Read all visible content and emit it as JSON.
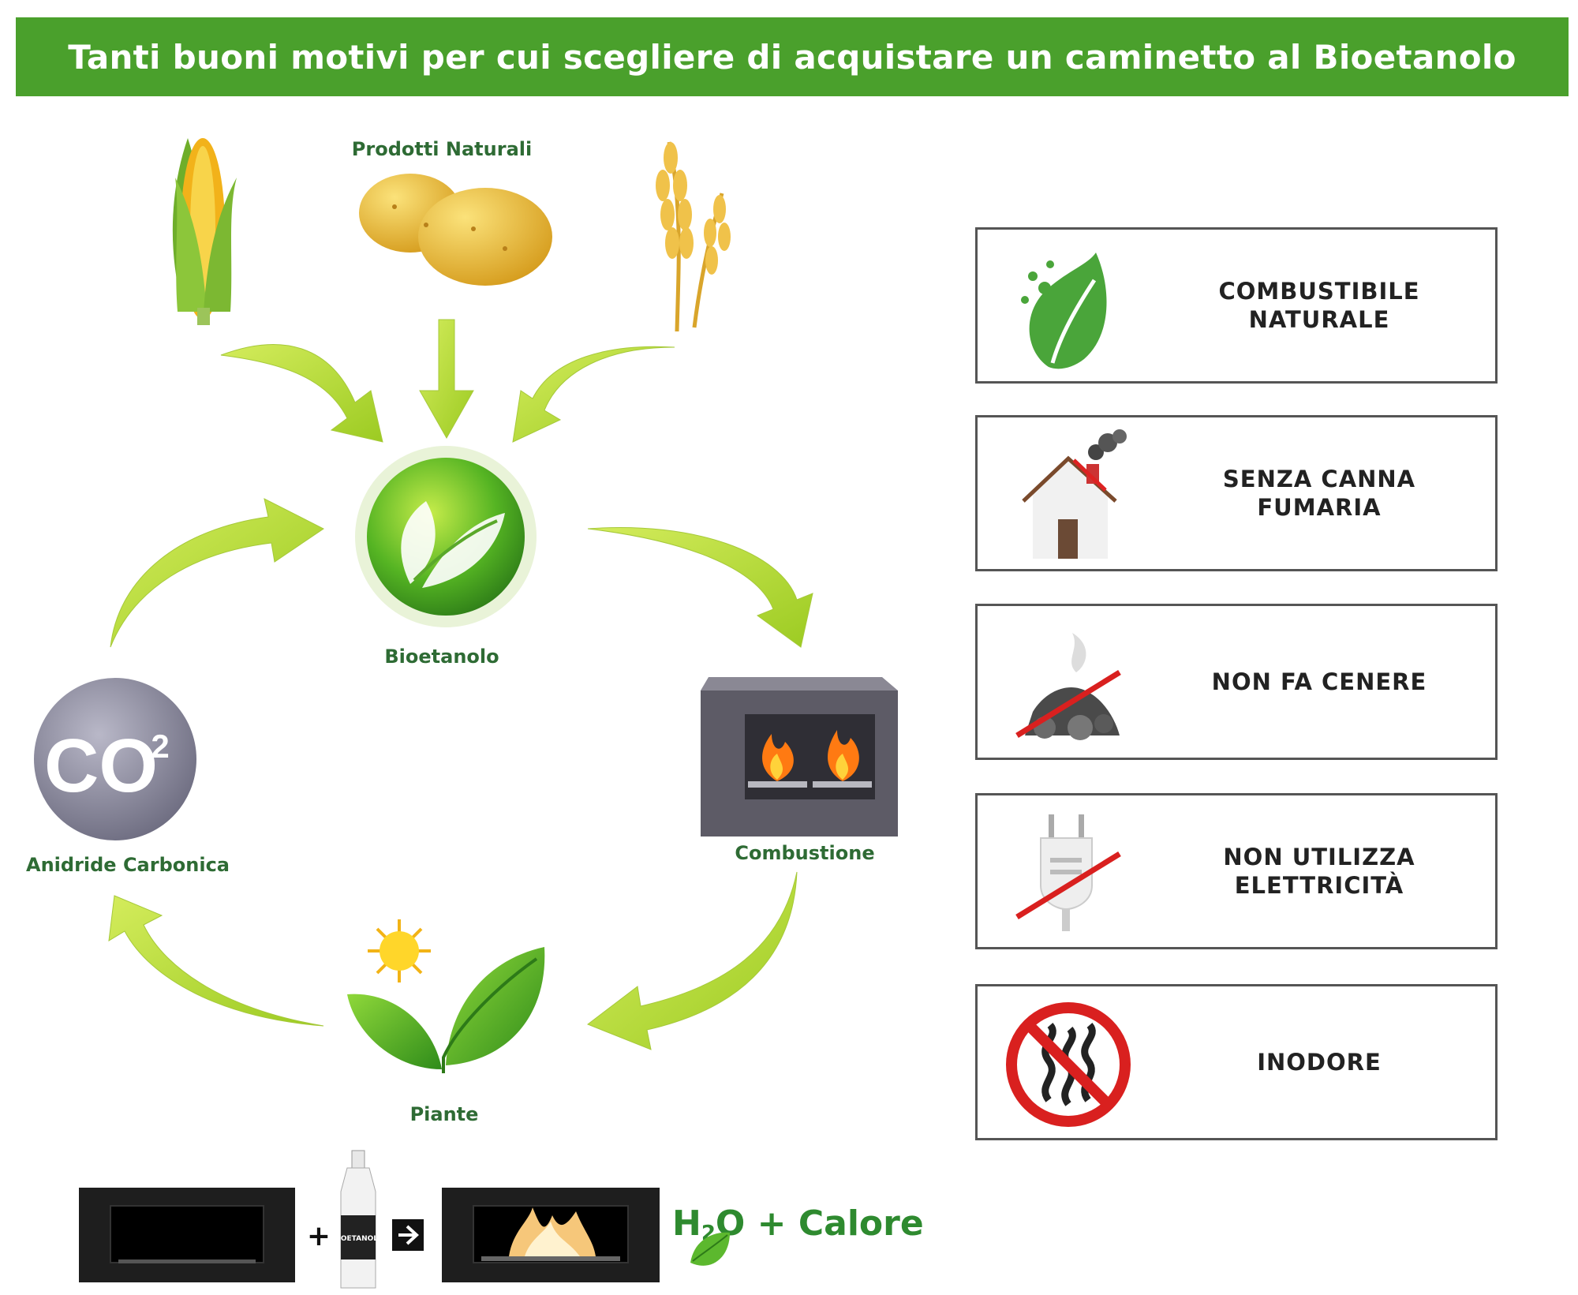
{
  "header": {
    "title": "Tanti buoni motivi per cui scegliere di acquistare un caminetto al Bioetanolo"
  },
  "cycle": {
    "natural_products": "Prodotti Naturali",
    "bioethanol": "Bioetanolo",
    "combustion": "Combustione",
    "plants": "Piante",
    "co2_label": "Anidride Carbonica",
    "co2_badge": "CO",
    "co2_sup": "2"
  },
  "equation": {
    "plus": "+",
    "bottle_label": "BIOETANOLO",
    "result_h": "H",
    "result_sub": "2",
    "result_rest": "O + Calore"
  },
  "features": [
    {
      "label": "COMBUSTIBILE\nNATURALE",
      "icon": "leaf-icon"
    },
    {
      "label": "SENZA CANNA\nFUMARIA",
      "icon": "house-chimney-icon"
    },
    {
      "label": "NON FA CENERE",
      "icon": "ash-crossed-icon"
    },
    {
      "label": "NON UTILIZZA\nELETTRICITÀ",
      "icon": "plug-crossed-icon"
    },
    {
      "label": "INODORE",
      "icon": "no-odor-icon"
    }
  ],
  "colors": {
    "banner": "#4aa02c",
    "arrow": "#b5d83a",
    "label": "#2e6b34",
    "cross": "#d9201f"
  }
}
